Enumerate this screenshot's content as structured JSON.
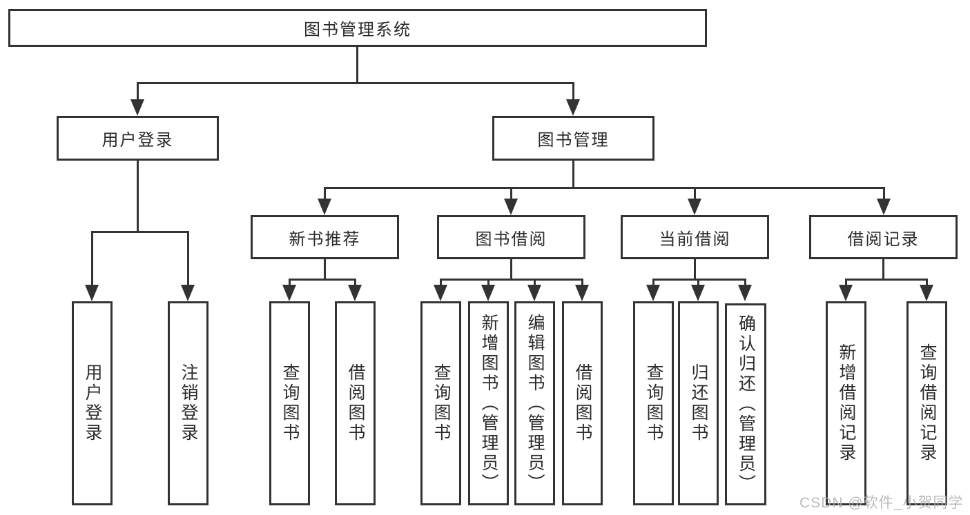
{
  "title": "图书管理系统",
  "watermark": "CSDN @软件_小贺同学",
  "colors": {
    "line": "#333333",
    "box_background": "#ffffff",
    "text": "#2b2b2b",
    "watermark": "#b0b0b0"
  },
  "tree": {
    "label": "图书管理系统",
    "children": [
      {
        "label": "用户登录",
        "children": [
          {
            "label": "用户登录"
          },
          {
            "label": "注销登录"
          }
        ]
      },
      {
        "label": "图书管理",
        "children": [
          {
            "label": "新书推荐",
            "children": [
              {
                "label": "查询图书"
              },
              {
                "label": "借阅图书"
              }
            ]
          },
          {
            "label": "图书借阅",
            "children": [
              {
                "label": "查询图书"
              },
              {
                "label": "新增图书（管理员）"
              },
              {
                "label": "编辑图书（管理员）"
              },
              {
                "label": "借阅图书"
              }
            ]
          },
          {
            "label": "当前借阅",
            "children": [
              {
                "label": "查询图书"
              },
              {
                "label": "归还图书"
              },
              {
                "label": "确认归还（管理员）"
              }
            ]
          },
          {
            "label": "借阅记录",
            "children": [
              {
                "label": "新增借阅记录"
              },
              {
                "label": "查询借阅记录"
              }
            ]
          }
        ]
      }
    ]
  }
}
